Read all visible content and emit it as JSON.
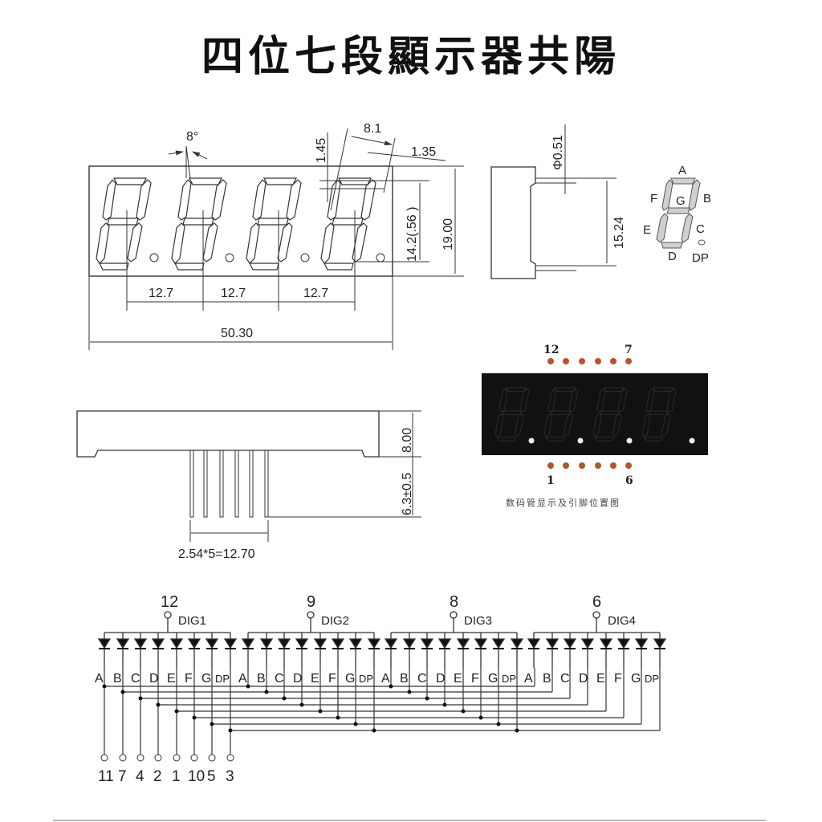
{
  "title": "四位七段顯示器共陽",
  "front_view": {
    "angle_label": "8°",
    "dim_top_gap": "1.45",
    "dim_digit_width": "8.1",
    "dim_right_gap": "1.35",
    "dim_digit_height": "14.2(.56 )",
    "dim_body_height": "19.00",
    "dim_pitch": [
      "12.7",
      "12.7",
      "12.7"
    ],
    "dim_total_width": "50.30"
  },
  "side_view": {
    "pin_diameter": "Φ0.51",
    "pin_row_spacing": "15.24"
  },
  "segment_legend": {
    "segments": [
      "A",
      "B",
      "C",
      "D",
      "E",
      "F",
      "G",
      "DP"
    ]
  },
  "bottom_view": {
    "body_depth": "8.00",
    "pin_length": "6.3±0.5",
    "pin_span": "2.54*5=12.70"
  },
  "pinout_photo": {
    "top_pin_left": "12",
    "top_pin_right": "7",
    "bottom_pin_left": "1",
    "bottom_pin_right": "6",
    "caption": "数码管显示及引脚位置图",
    "pin_color": "#b5562a",
    "display_bg": "#111111"
  },
  "schematic": {
    "digits": [
      {
        "name": "DIG1",
        "pin": "12"
      },
      {
        "name": "DIG2",
        "pin": "9"
      },
      {
        "name": "DIG3",
        "pin": "8"
      },
      {
        "name": "DIG4",
        "pin": "6"
      }
    ],
    "segment_labels": [
      "A",
      "B",
      "C",
      "D",
      "E",
      "F",
      "G",
      "DP"
    ],
    "segment_pins": [
      {
        "segment": "A",
        "pin": "11"
      },
      {
        "segment": "B",
        "pin": "7"
      },
      {
        "segment": "C",
        "pin": "4"
      },
      {
        "segment": "D",
        "pin": "2"
      },
      {
        "segment": "E",
        "pin": "1"
      },
      {
        "segment": "F",
        "pin": "10"
      },
      {
        "segment": "G",
        "pin": "5"
      },
      {
        "segment": "DP",
        "pin": "3"
      }
    ]
  }
}
